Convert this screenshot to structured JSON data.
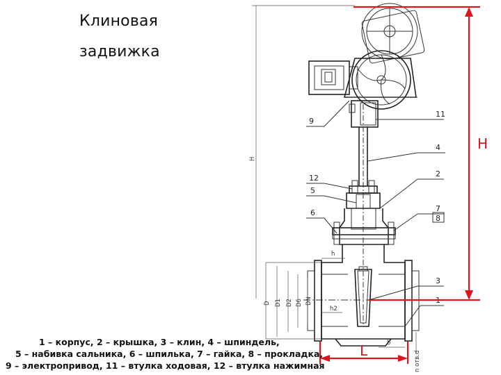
{
  "title_line1": "Клиновая",
  "title_line2": "задвижка",
  "legend": {
    "line1": "1 – корпус, 2 – крышка, 3 – клин, 4 – шпиндель,",
    "line2": "5 – набивка сальника, 6 – шпилька, 7 – гайка, 8 – прокладка,",
    "line3": "9 – электропривод, 11 – втулка ходовая, 12 – втулка нажимная"
  },
  "callouts": {
    "c9": "9",
    "c11": "11",
    "c4": "4",
    "c12": "12",
    "c2": "2",
    "c5": "5",
    "c6": "6",
    "c7": "7",
    "c8": "8",
    "c3": "3",
    "c1": "1"
  },
  "dimensions": {
    "H_red": "H",
    "H_small": "H",
    "L": "L",
    "h": "h",
    "h2": "h2",
    "b": "b",
    "D": "D",
    "D1": "D1",
    "D2": "D2",
    "D6": "D6",
    "DN": "DN",
    "n_otv": "n отв.d"
  },
  "colors": {
    "red_dimension": "#e0141e",
    "line": "#333333"
  }
}
